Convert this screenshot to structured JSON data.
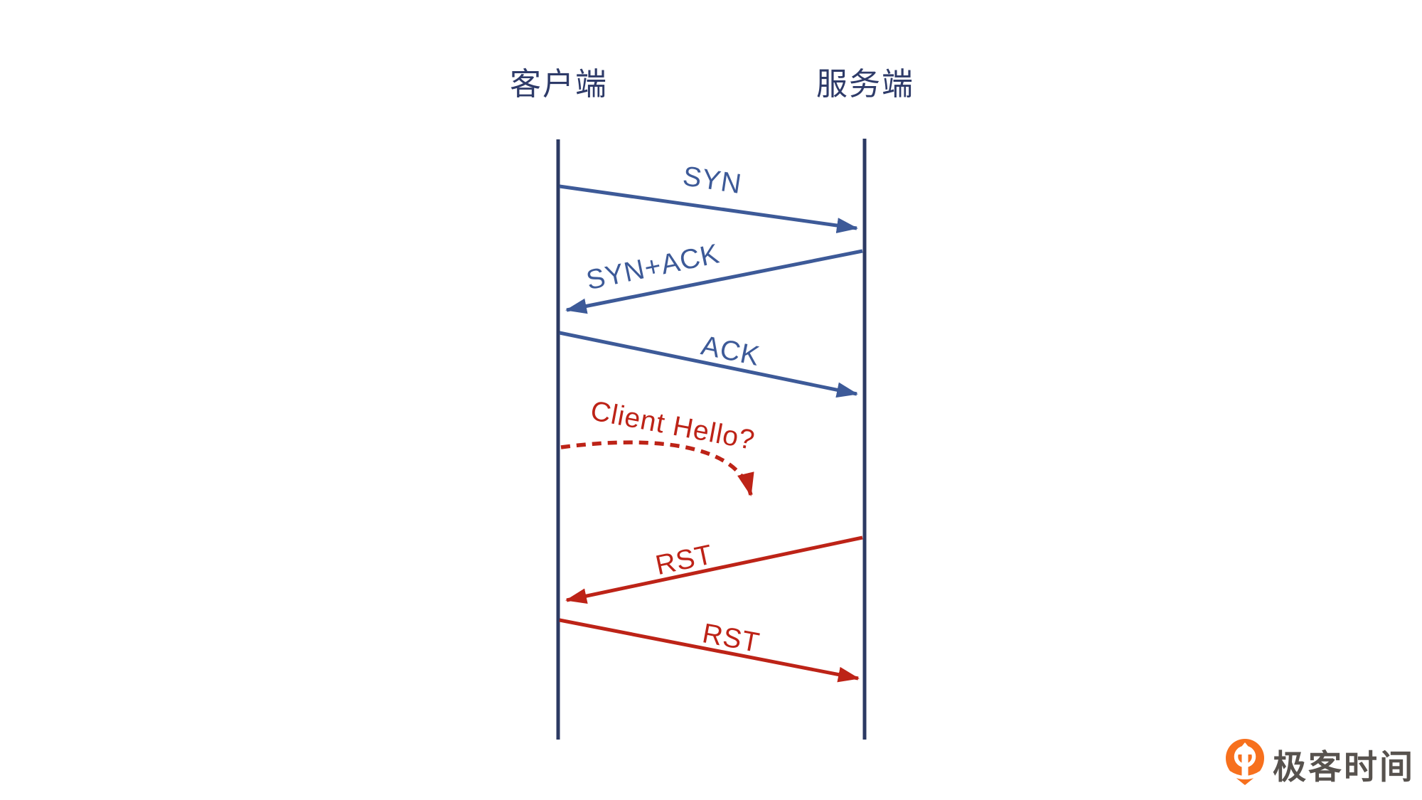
{
  "diagram": {
    "type": "sequence",
    "actors": [
      {
        "id": "client",
        "label": "客户端"
      },
      {
        "id": "server",
        "label": "服务端"
      }
    ],
    "messages": [
      {
        "id": "syn",
        "label": "SYN",
        "from": "client",
        "to": "server",
        "line": "solid",
        "color": "#3d5a98"
      },
      {
        "id": "syn-ack",
        "label": "SYN+ACK",
        "from": "server",
        "to": "client",
        "line": "solid",
        "color": "#3d5a98"
      },
      {
        "id": "ack",
        "label": "ACK",
        "from": "client",
        "to": "server",
        "line": "solid",
        "color": "#3d5a98"
      },
      {
        "id": "client-hello",
        "label": "Client Hello?",
        "from": "client",
        "to": "dropped",
        "line": "dashed-curve",
        "color": "#bd2317"
      },
      {
        "id": "rst-1",
        "label": "RST",
        "from": "server",
        "to": "client",
        "line": "solid",
        "color": "#bd2317"
      },
      {
        "id": "rst-2",
        "label": "RST",
        "from": "client",
        "to": "server",
        "line": "solid",
        "color": "#bd2317"
      }
    ],
    "colors": {
      "lifeline": "#2c3a63",
      "blue_message": "#3d5a98",
      "red_message": "#bd2317",
      "background": "#ffffff"
    }
  },
  "footer": {
    "brand": "极客时间",
    "brand_icon": "geektime-pin-icon",
    "brand_icon_color": "#f7701d",
    "brand_text_color": "#57524e"
  }
}
